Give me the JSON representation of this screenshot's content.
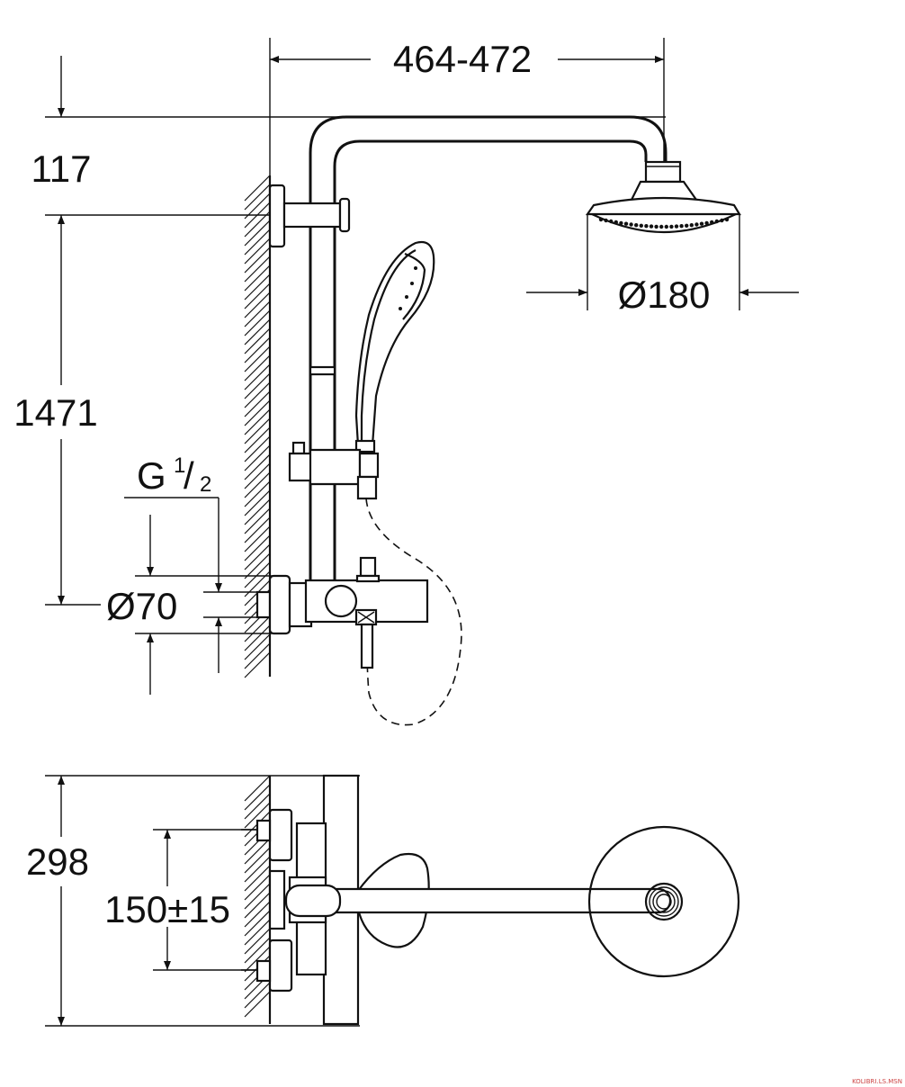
{
  "dimensions": {
    "width_range": "464-472",
    "top_offset": "117",
    "height": "1471",
    "thread_main": "G",
    "thread_sup": "1",
    "thread_sub": "2",
    "escutcheon_dia": "Ø70",
    "head_dia": "Ø180",
    "depth": "298",
    "center_spacing": "150±15"
  },
  "watermark": "KOLIBRI.LS.MSN"
}
